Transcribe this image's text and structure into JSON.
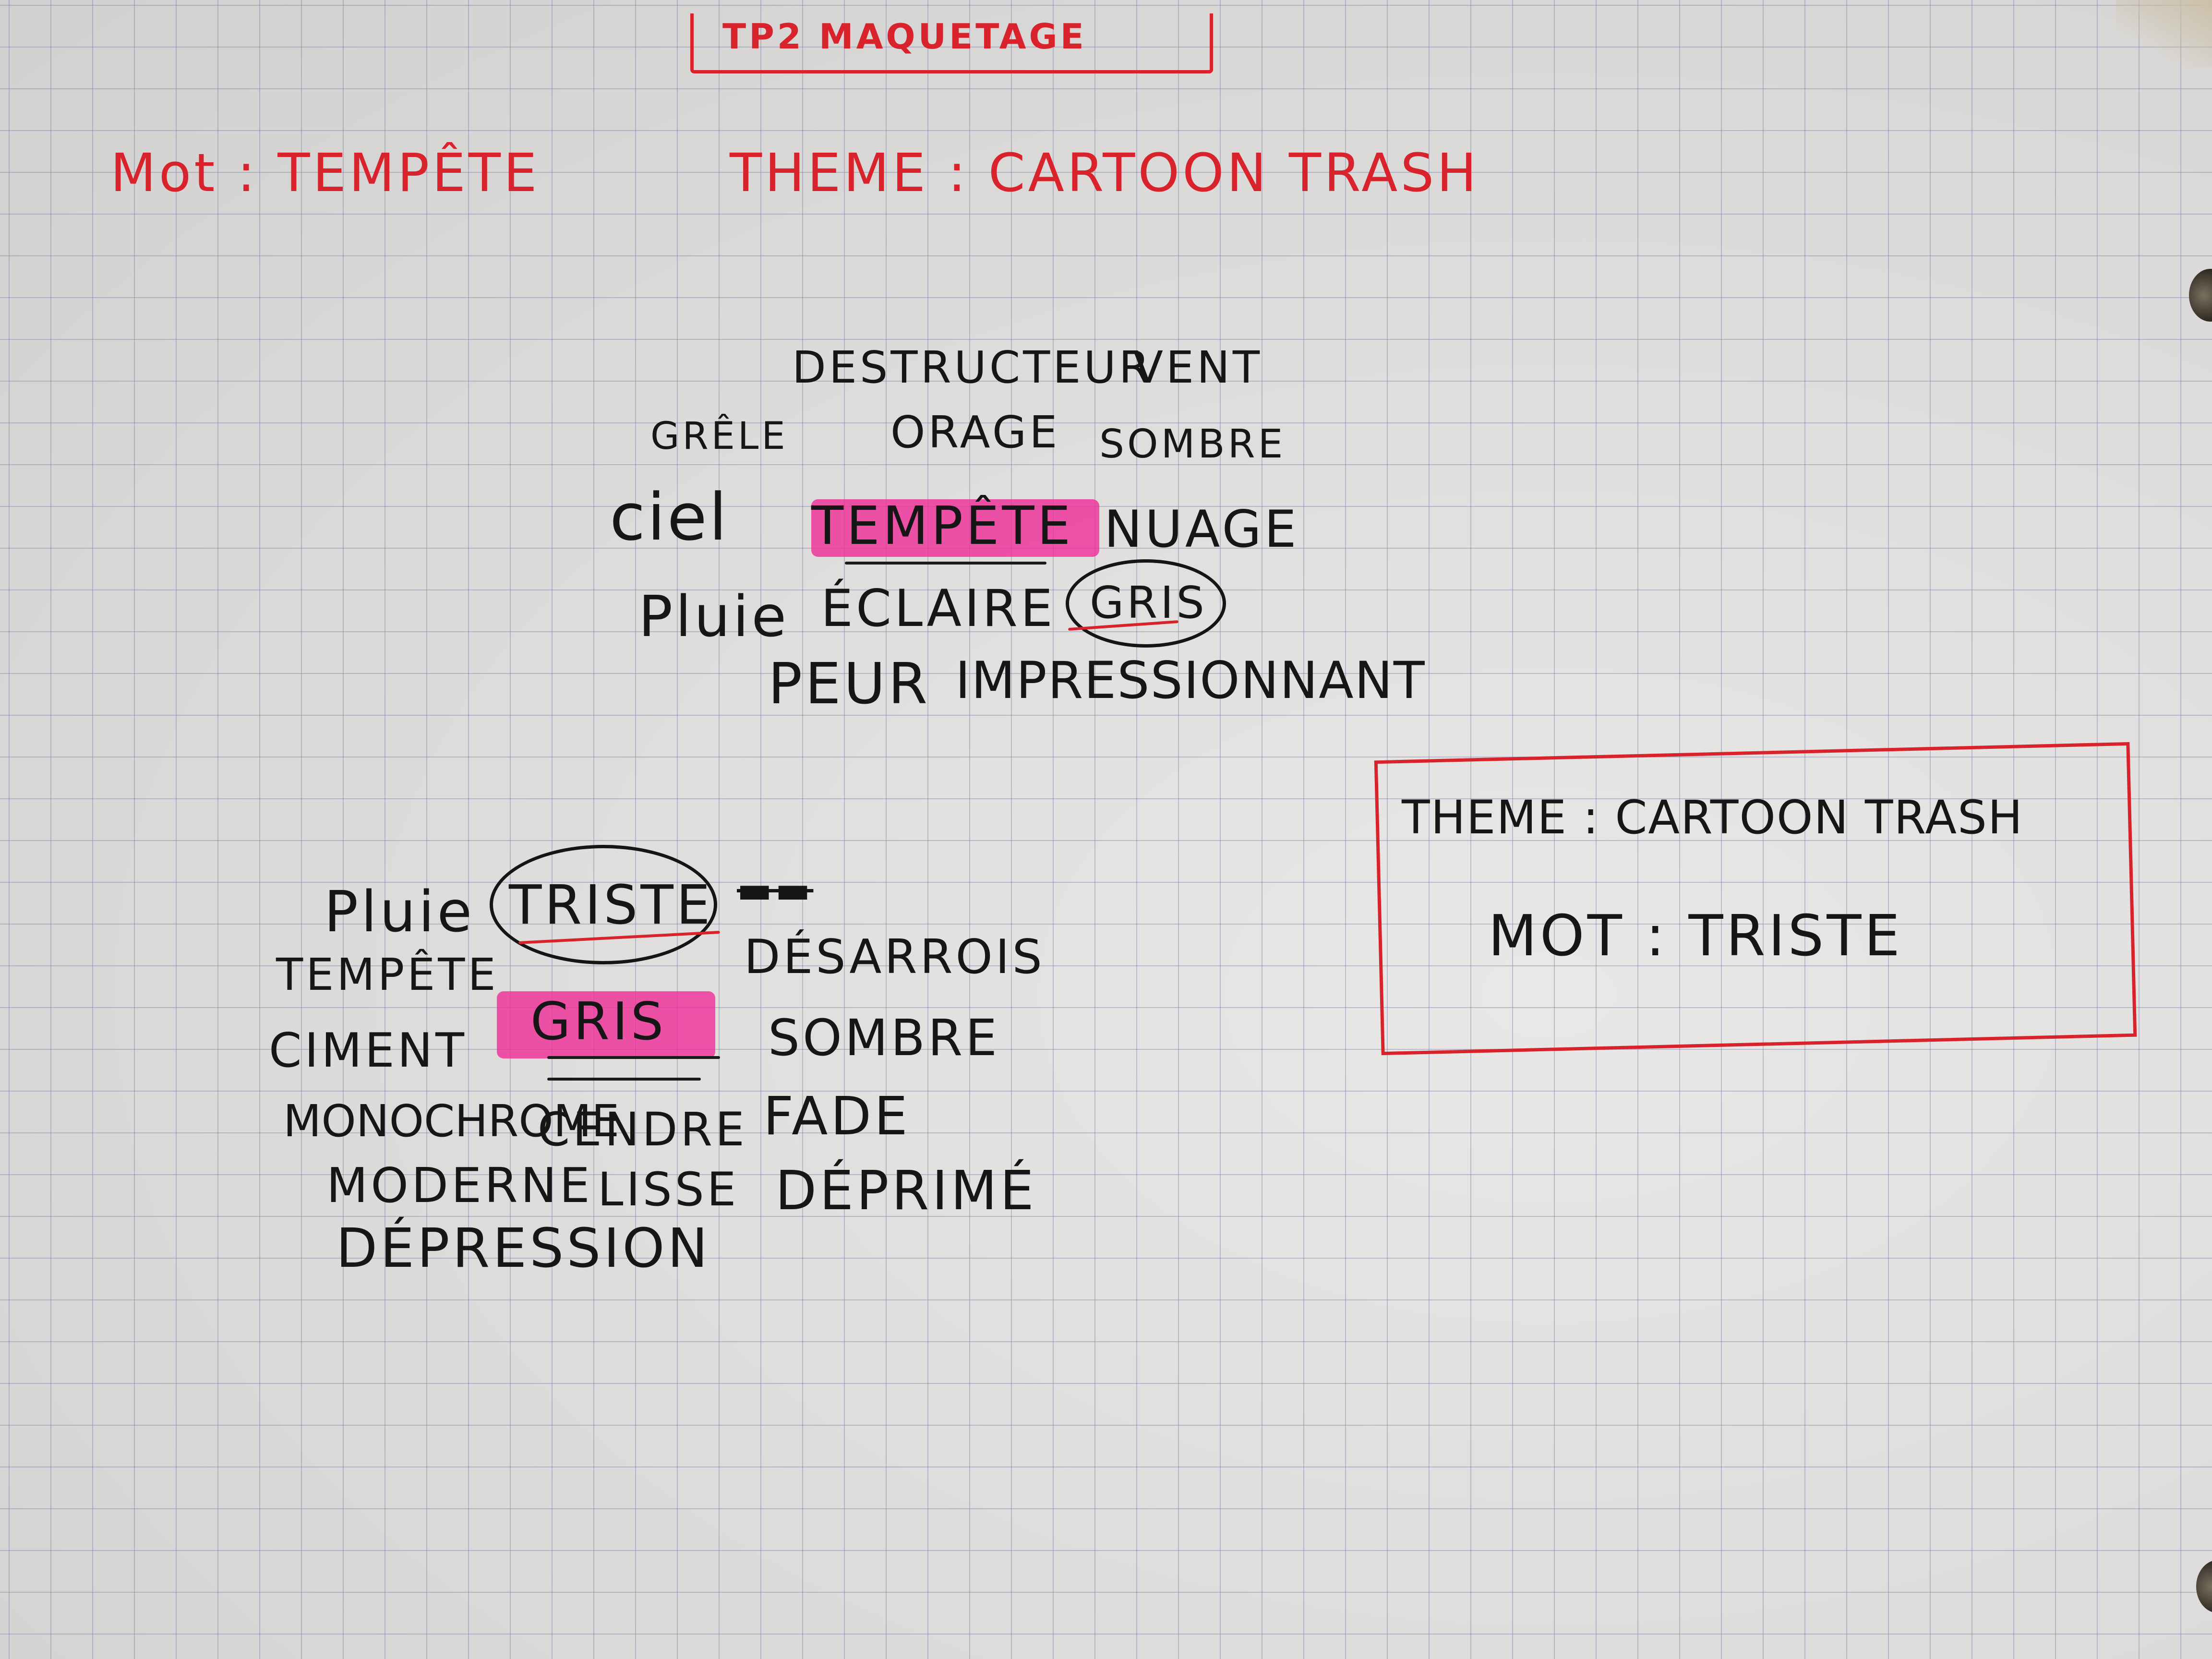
{
  "heading": {
    "title": "TP2 MAQUETAGE",
    "word_line": "Mot : TEMPÊTE",
    "theme_line": "THEME : CARTOON TRASH"
  },
  "cloud_tempete": {
    "row1": [
      "DESTRUCTEUR",
      "VENT"
    ],
    "row2": [
      "GRÊLE",
      "ORAGE",
      "SOMBRE"
    ],
    "row3": [
      "ciel",
      "TEMPÊTE",
      "NUAGE"
    ],
    "row4": [
      "Pluie",
      "ÉCLAIRE",
      "GRIS"
    ],
    "row5": [
      "PEUR",
      "IMPRESSIONNANT"
    ]
  },
  "cloud_gris": {
    "left": [
      "Pluie",
      "TEMPÊTE",
      "CIMENT",
      "MONOCHROME",
      "MODERNE",
      "DÉPRESSION"
    ],
    "center": [
      "TRISTE",
      "GRIS",
      "CENDRE",
      "LISSE"
    ],
    "right": [
      "DÉSARROIS",
      "SOMBRE",
      "FADE",
      "DÉPRIMÉ"
    ]
  },
  "theme_box": {
    "theme": "THEME : CARTOON TRASH",
    "word": "MOT : TRISTE"
  },
  "colors": {
    "red_ink": "#d8232c",
    "black_ink": "#161616",
    "highlighter": "#f02896",
    "paper": "#eae8e6",
    "grid": "#7880aa"
  }
}
